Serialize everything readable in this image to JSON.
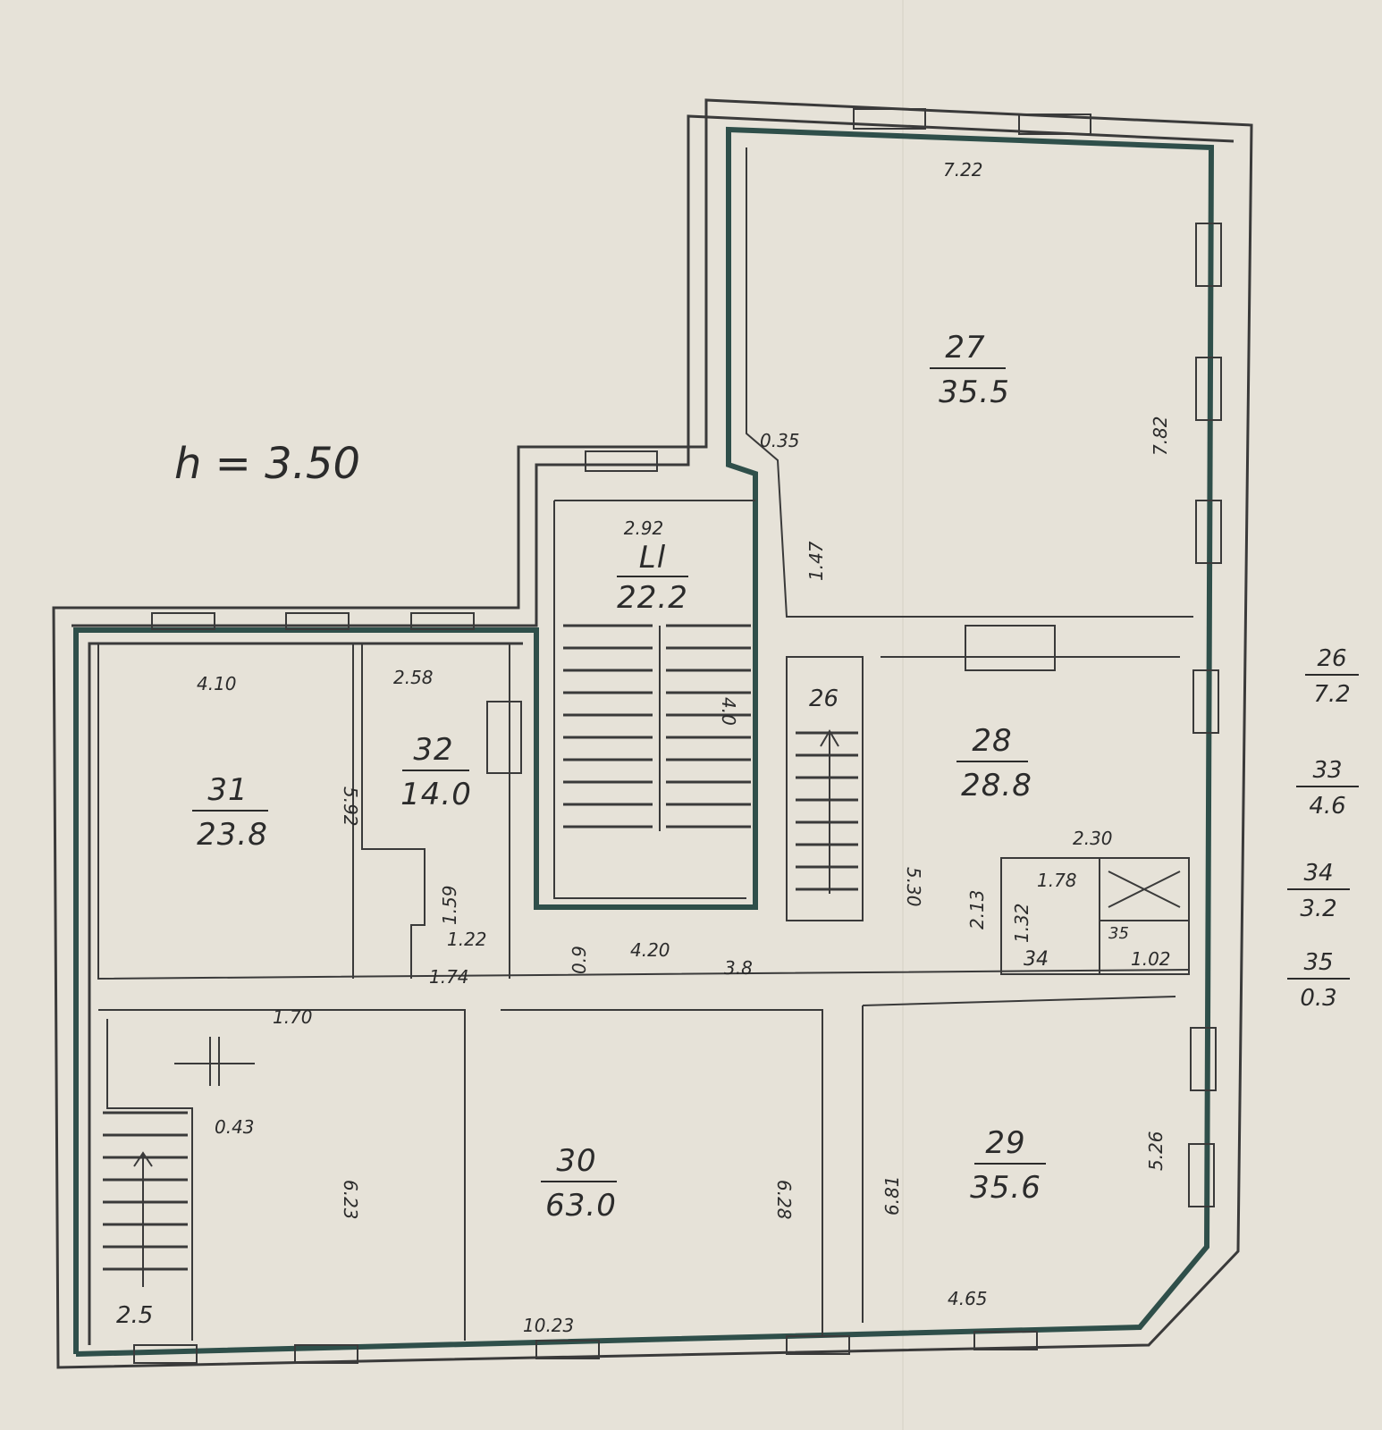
{
  "plan": {
    "height_label": "h = 3.50",
    "rooms": [
      {
        "id": "27",
        "number": "27",
        "area": "35.5"
      },
      {
        "id": "28",
        "number": "28",
        "area": "28.8"
      },
      {
        "id": "29",
        "number": "29",
        "area": "35.6"
      },
      {
        "id": "30",
        "number": "30",
        "area": "63.0"
      },
      {
        "id": "31",
        "number": "31",
        "area": "23.8"
      },
      {
        "id": "32",
        "number": "32",
        "area": "14.0"
      },
      {
        "id": "ll",
        "number": "Ll",
        "area": "22.2"
      }
    ],
    "labels": {
      "stair_main_width": "2.92",
      "stair_right": "26",
      "small_34": "34",
      "small_35": "35",
      "stair_bottom": "2.5"
    },
    "dimensions": {
      "d_722": "7.22",
      "d_782": "7.82",
      "d_035": "0.35",
      "d_147": "1.47",
      "d_410": "4.10",
      "d_258": "2.58",
      "d_592": "5.92",
      "d_159": "1.59",
      "d_122": "1.22",
      "d_174": "1.74",
      "d_170": "1.70",
      "d_420": "4.20",
      "d_09": "0.9",
      "d_38": "3.8",
      "d_530": "5.30",
      "d_230": "2.30",
      "d_178": "1.78",
      "d_213": "2.13",
      "d_132": "1.32",
      "d_102": "1.02",
      "d_526": "5.26",
      "d_681": "6.81",
      "d_465": "4.65",
      "d_043": "0.43",
      "d_623": "6.23",
      "d_628": "6.28",
      "d_1023": "10.23",
      "d_stair_len": "4.0"
    },
    "legend": [
      {
        "number": "26",
        "area": "7.2"
      },
      {
        "number": "33",
        "area": "4.6"
      },
      {
        "number": "34",
        "area": "3.2"
      },
      {
        "number": "35",
        "area": "0.3"
      }
    ]
  }
}
